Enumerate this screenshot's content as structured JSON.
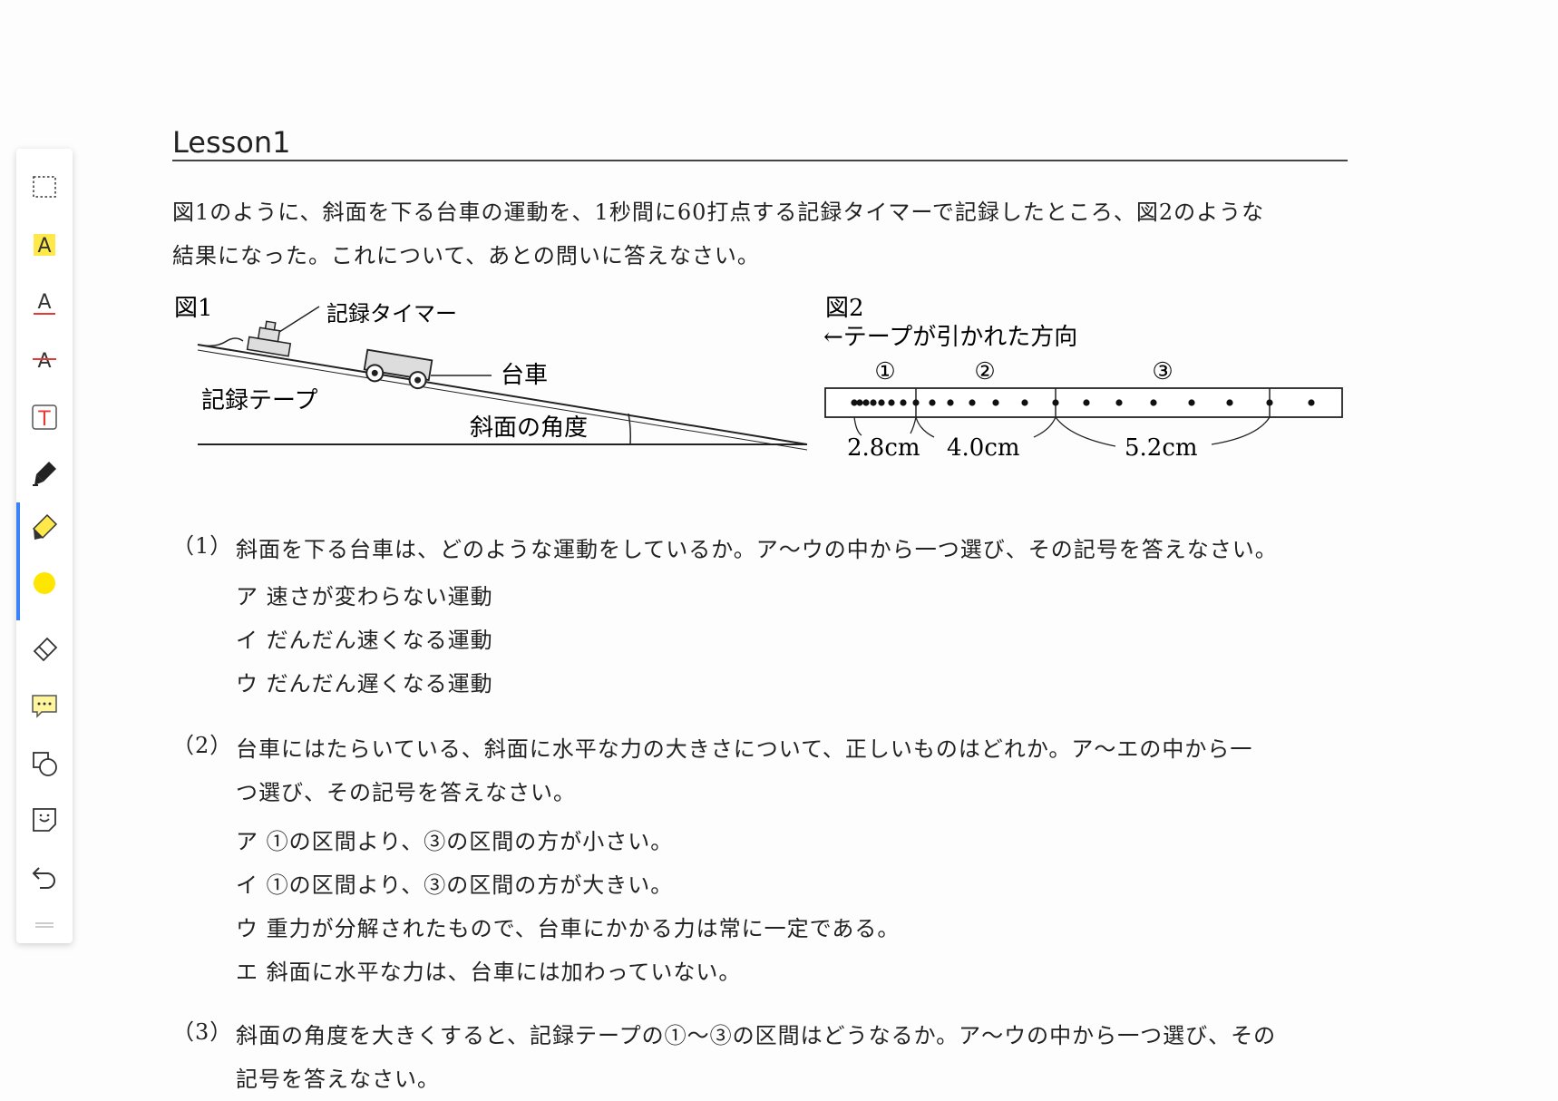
{
  "toolbar": {
    "tools": [
      {
        "name": "select-rect",
        "icon": "dashed-rect-icon"
      },
      {
        "name": "highlight-text",
        "icon": "text-highlight-icon"
      },
      {
        "name": "underline-text",
        "icon": "text-underline-icon"
      },
      {
        "name": "strikethrough-text",
        "icon": "text-strikethrough-icon"
      },
      {
        "name": "text-box",
        "icon": "text-box-icon"
      },
      {
        "name": "pen",
        "icon": "pen-icon"
      },
      {
        "name": "highlighter",
        "icon": "highlighter-icon",
        "active": true
      },
      {
        "name": "color",
        "icon": "color-dot-icon",
        "color": "#ffe600"
      },
      {
        "name": "eraser",
        "icon": "eraser-icon"
      },
      {
        "name": "comment",
        "icon": "comment-icon"
      },
      {
        "name": "shapes",
        "icon": "shapes-icon"
      },
      {
        "name": "sticker",
        "icon": "sticker-icon"
      },
      {
        "name": "undo",
        "icon": "undo-icon"
      }
    ],
    "accent": "#3b82f6"
  },
  "document": {
    "title": "Lesson1",
    "intro_line1": "図1のように、斜面を下る台車の運動を、1秒間に60打点する記録タイマーで記録したところ、図2のような",
    "intro_line2": "結果になった。これについて、あとの問いに答えなさい。",
    "fig1": {
      "label": "図1",
      "timer_label": "記録タイマー",
      "cart_label": "台車",
      "tape_label": "記録テープ",
      "angle_label": "斜面の角度"
    },
    "fig2": {
      "label": "図2",
      "direction_label": "←テープが引かれた方向",
      "sections": [
        "①",
        "②",
        "③"
      ],
      "lengths": [
        "2.8cm",
        "4.0cm",
        "5.2cm"
      ]
    },
    "questions": [
      {
        "num": "（1）",
        "line1": "斜面を下る台車は、どのような運動をしているか。ア～ウの中から一つ選び、その記号を答えなさい。",
        "choices": [
          "ア 速さが変わらない運動",
          "イ だんだん速くなる運動",
          "ウ だんだん遅くなる運動"
        ]
      },
      {
        "num": "（2）",
        "line1": "台車にはたらいている、斜面に水平な力の大きさについて、正しいものはどれか。ア～エの中から一",
        "line2": "つ選び、その記号を答えなさい。",
        "choices": [
          "ア ①の区間より、③の区間の方が小さい。",
          "イ ①の区間より、③の区間の方が大きい。",
          "ウ 重力が分解されたもので、台車にかかる力は常に一定である。",
          "エ 斜面に水平な力は、台車には加わっていない。"
        ]
      },
      {
        "num": "（3）",
        "line1": "斜面の角度を大きくすると、記録テープの①～③の区間はどうなるか。ア～ウの中から一つ選び、その",
        "line2": "記号を答えなさい。"
      }
    ]
  }
}
